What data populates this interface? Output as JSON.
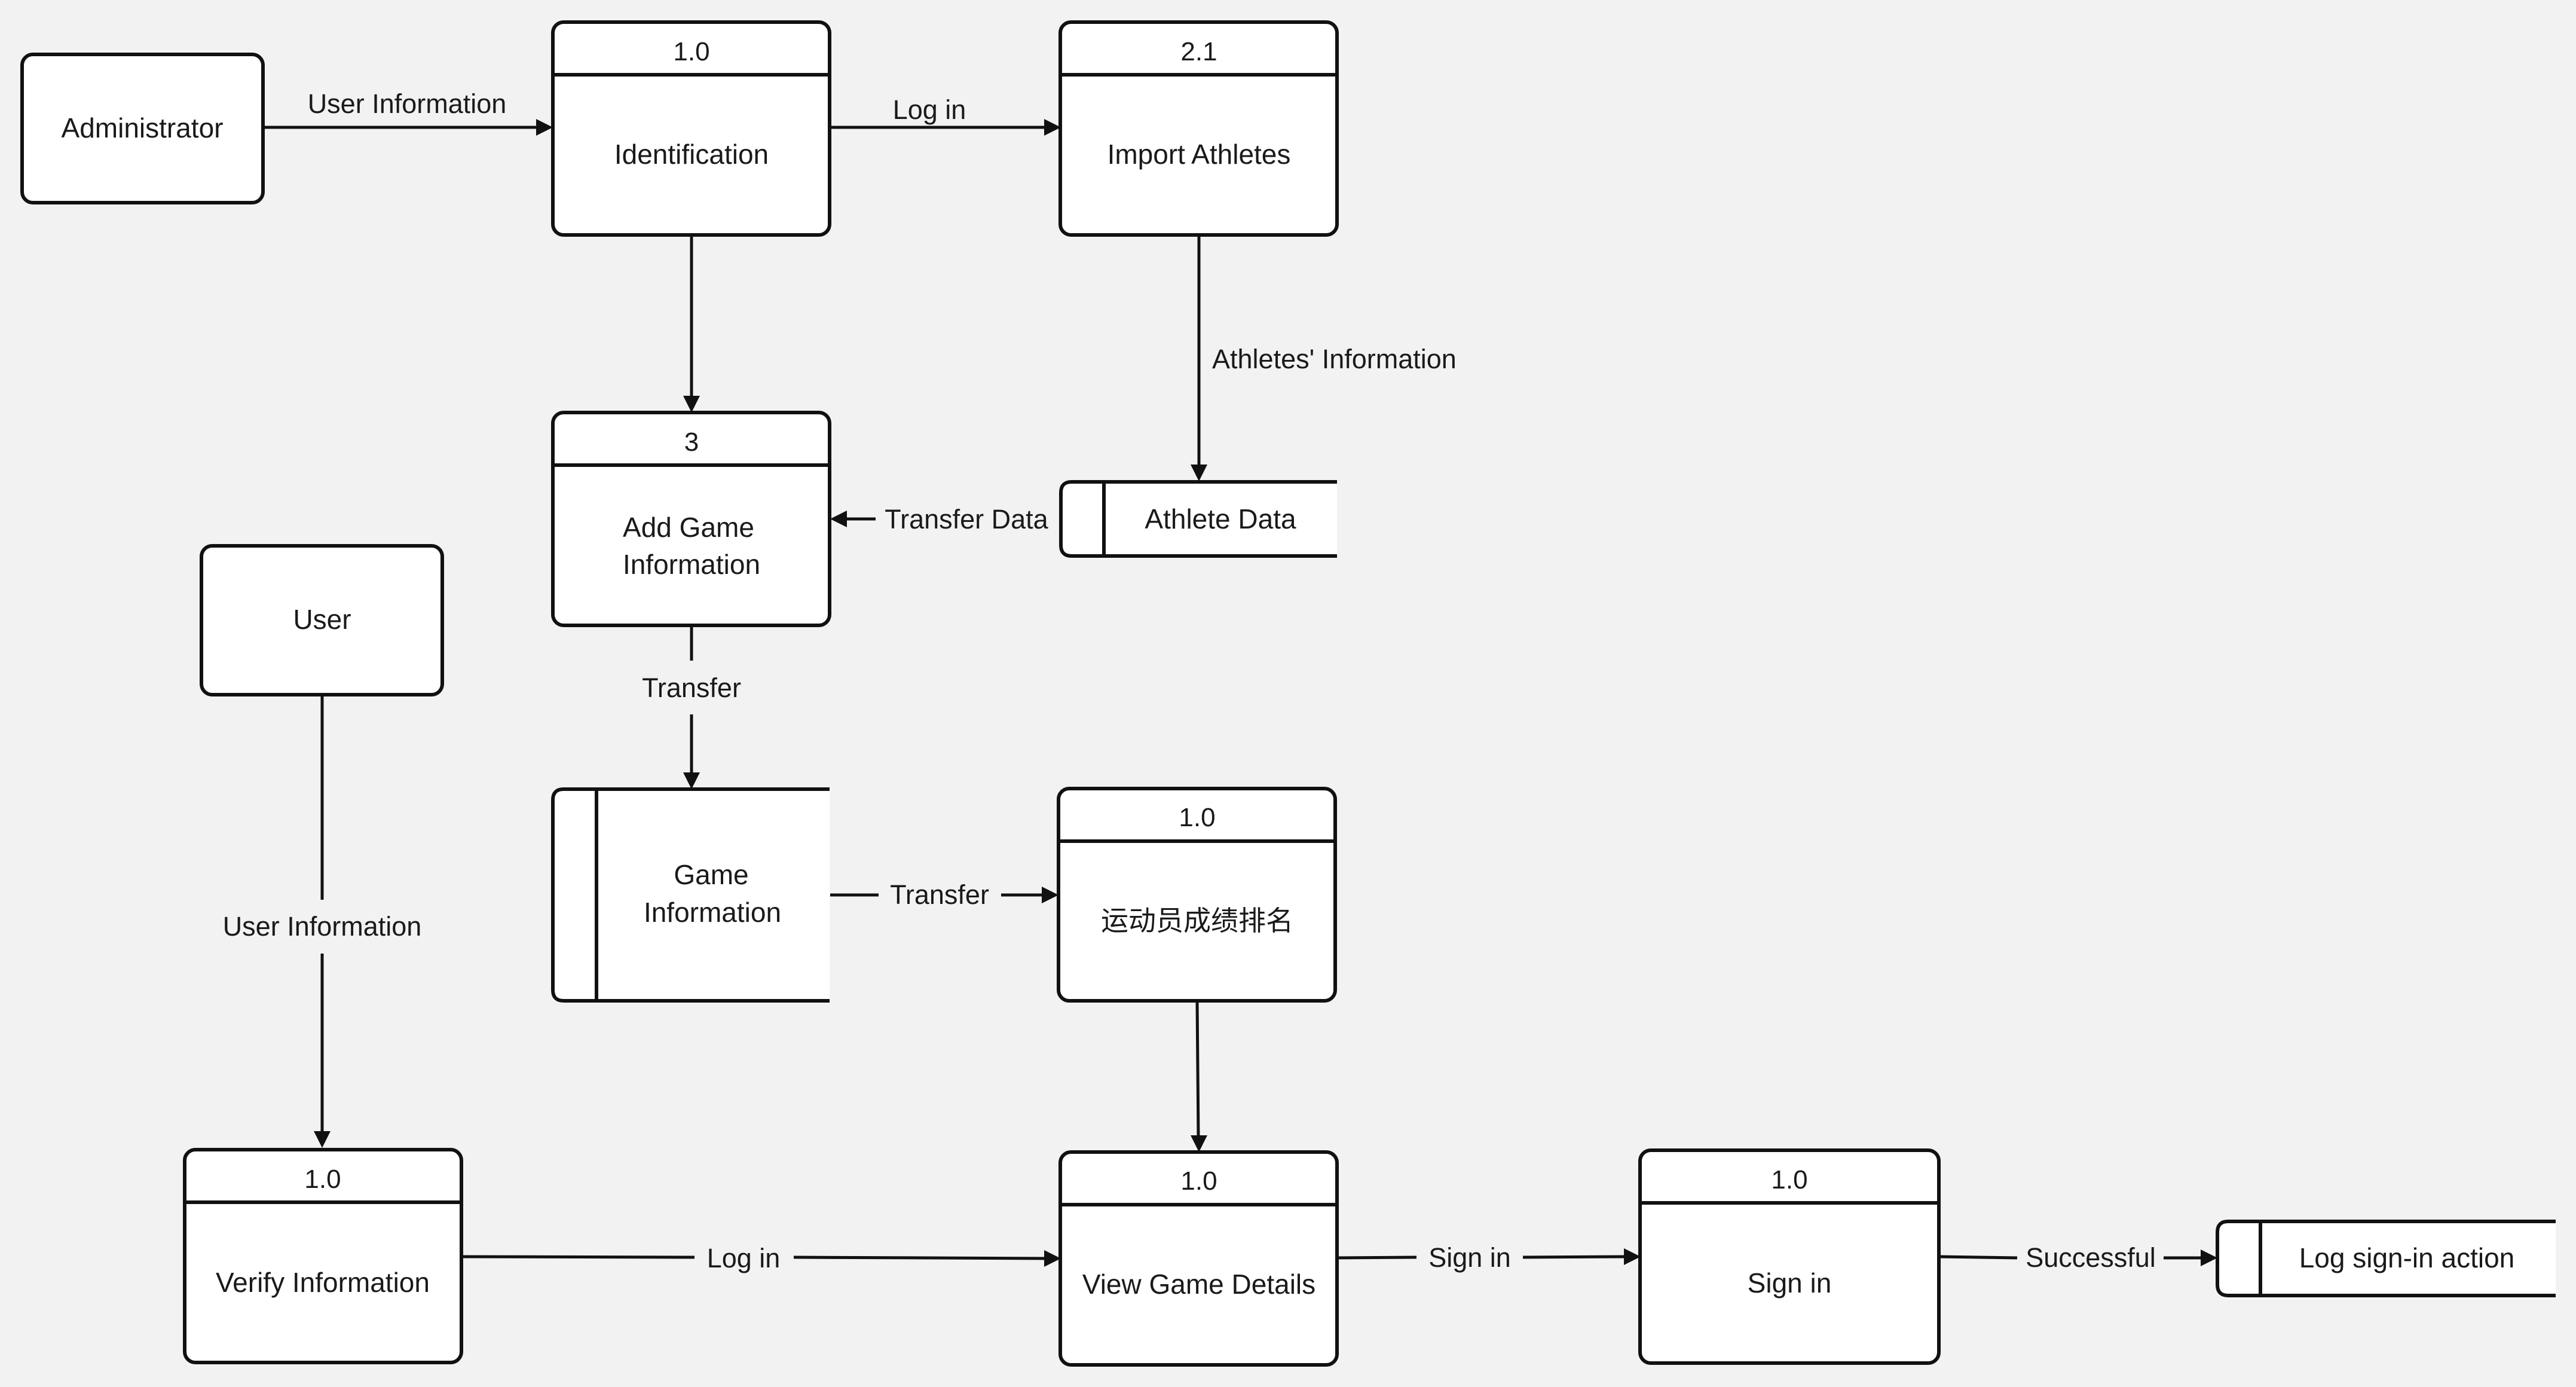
{
  "diagram": {
    "nodes": {
      "administrator": {
        "label": "Administrator"
      },
      "user": {
        "label": "User"
      },
      "identification": {
        "number": "1.0",
        "label": "Identification"
      },
      "import_athletes": {
        "number": "2.1",
        "label": "Import Athletes"
      },
      "add_game_info": {
        "number": "3",
        "label_line1": "Add Game",
        "label_line2": "Information"
      },
      "athlete_data": {
        "label": "Athlete Data"
      },
      "game_information": {
        "label_line1": "Game",
        "label_line2": "Information"
      },
      "ranking": {
        "number": "1.0",
        "label": "运动员成绩排名"
      },
      "verify_information": {
        "number": "1.0",
        "label": "Verify Information"
      },
      "view_game_details": {
        "number": "1.0",
        "label": "View Game Details"
      },
      "sign_in": {
        "number": "1.0",
        "label": "Sign in"
      },
      "log_sign_in": {
        "label": "Log sign-in action"
      }
    },
    "flows": {
      "admin_to_identification": "User Information",
      "identification_to_import": "Log in",
      "import_to_athlete_data": "Athletes' Information",
      "athlete_data_to_add_game": "Transfer Data",
      "add_game_to_game_info": "Transfer",
      "game_info_to_ranking": "Transfer",
      "user_to_verify": "User Information",
      "verify_to_view": "Log in",
      "view_to_sign_in": "Sign in",
      "sign_in_to_log": "Successful"
    }
  }
}
